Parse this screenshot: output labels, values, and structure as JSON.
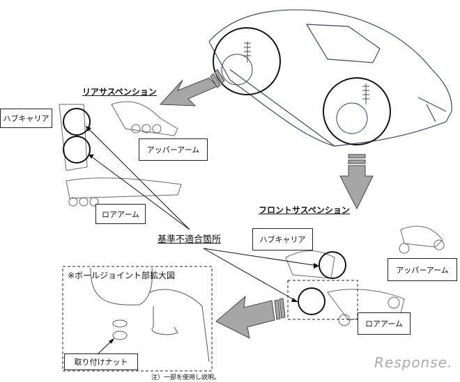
{
  "rear": {
    "title": "リアサスペンション",
    "hub_carrier": "ハブキャリア",
    "upper_arm": "アッパーアーム",
    "lower_arm": "ロアアーム"
  },
  "front": {
    "title": "フロントサスペンション",
    "hub_carrier": "ハブキャリア",
    "upper_arm": "アッパーアーム",
    "lower_arm": "ロアアーム"
  },
  "nonconformity_label": "基準不適合箇所",
  "detail": {
    "title": "※ボールジョイント部拡大図",
    "nut_label": "取り付けナット"
  },
  "footnote": "注）一部を使用し説明。",
  "watermark": "Response.",
  "colors": {
    "arrow_fill": "#a6a6a6",
    "line": "#222222",
    "car_line": "#3a4660"
  }
}
